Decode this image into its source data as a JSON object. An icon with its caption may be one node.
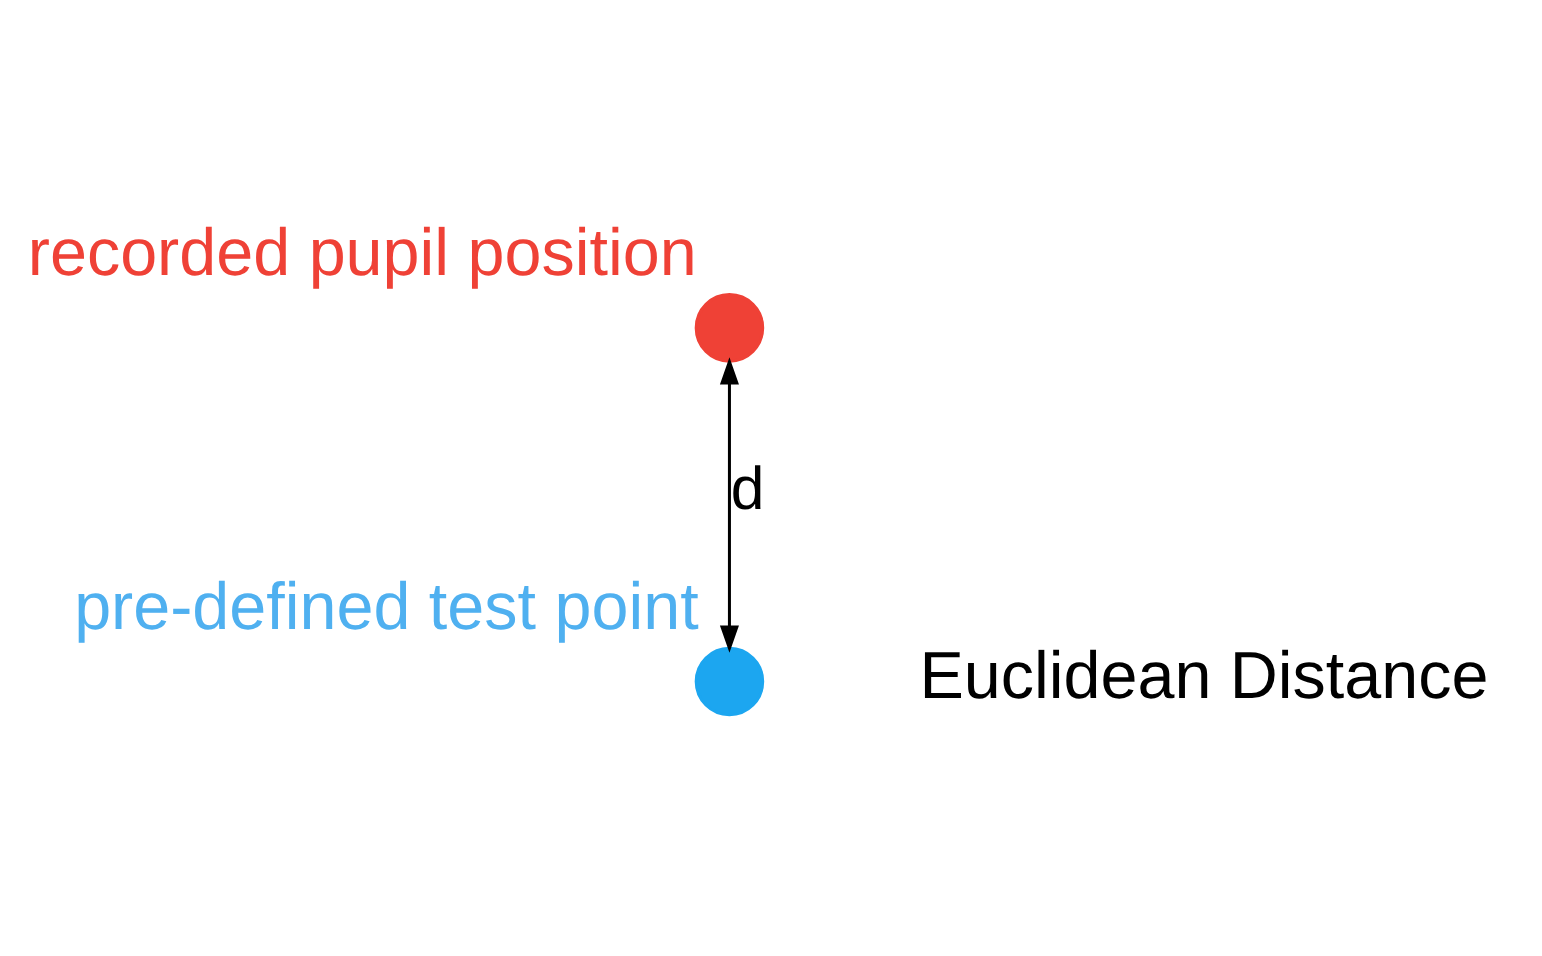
{
  "diagram": {
    "nodes": [
      {
        "text": [],
        "shape": "circle",
        "beside": [
          "recorded pupil position"
        ]
      },
      {
        "text": [],
        "shape": "circle",
        "beside": [
          "pre-defined test point"
        ]
      }
    ],
    "edges": [
      {
        "from": 0,
        "to": 1,
        "arrow": "both",
        "label": "d"
      }
    ],
    "labels": [
      "Euclidean Distance"
    ]
  }
}
